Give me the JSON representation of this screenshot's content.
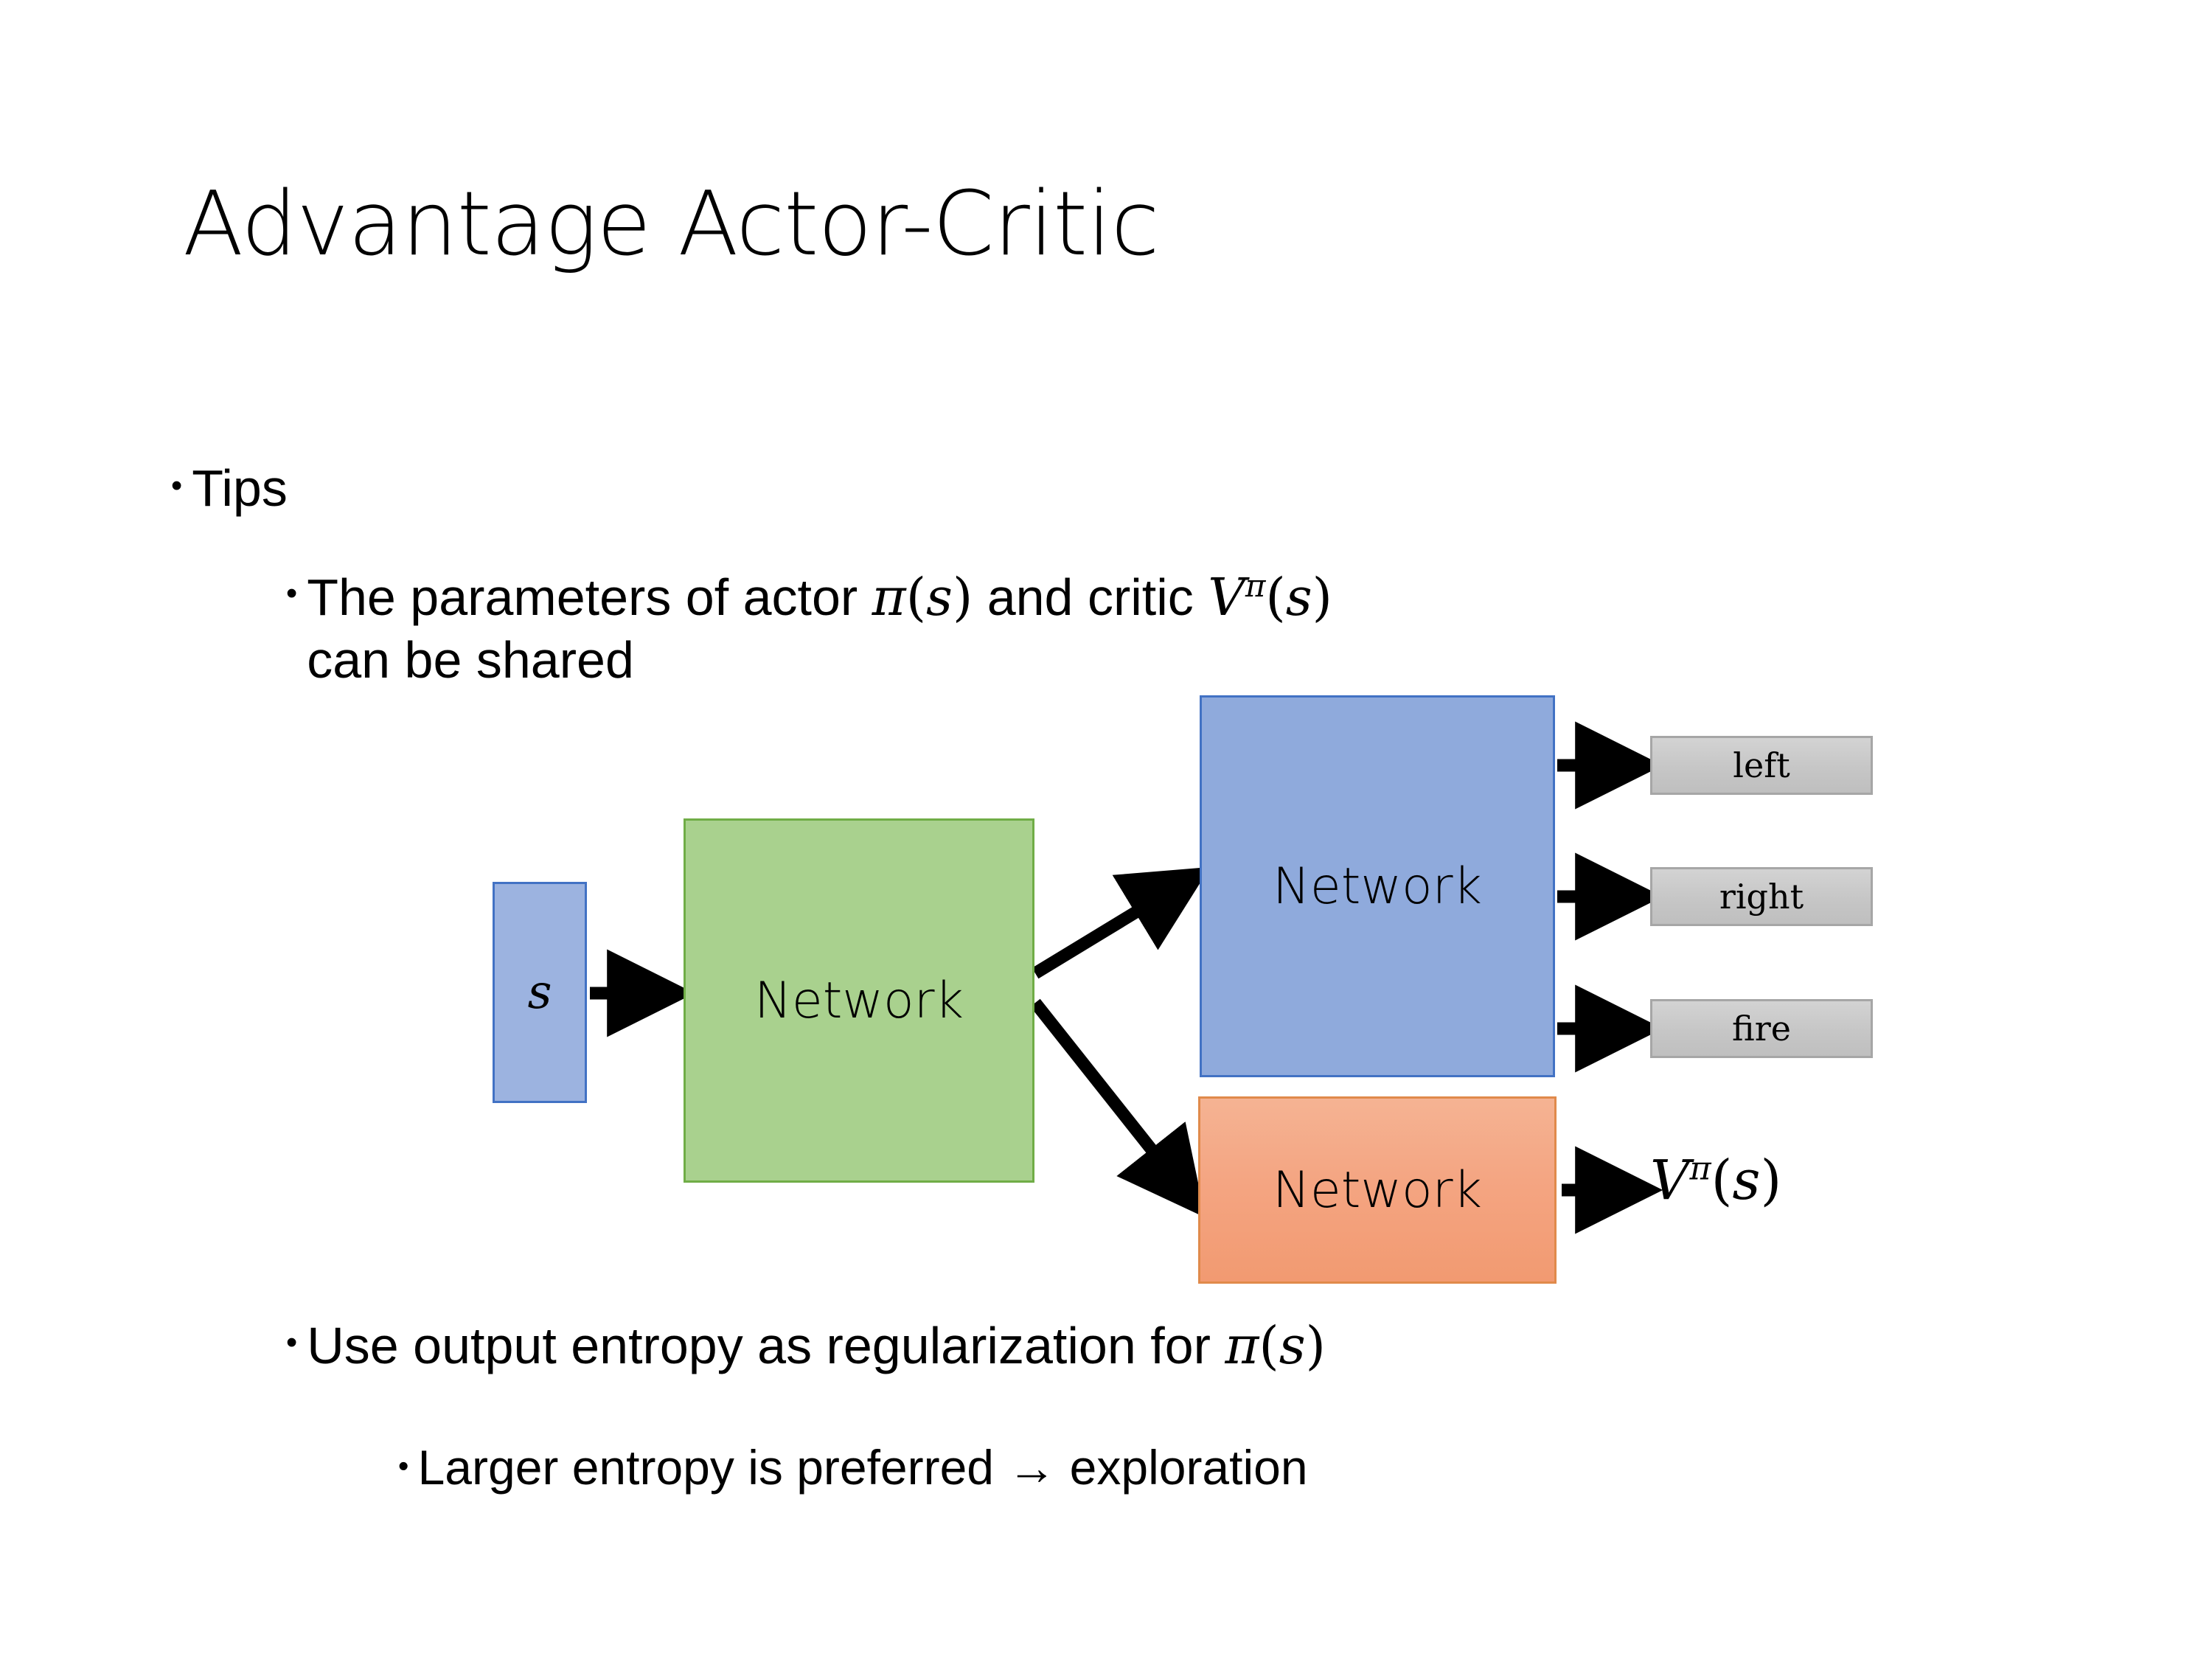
{
  "slide": {
    "title": "Advantage Actor-Critic",
    "background_color": "#FFFFFF",
    "text_color": "#000000"
  },
  "bullets": {
    "tips": {
      "marker": "•",
      "text": "Tips"
    },
    "shared_params": {
      "marker": "•",
      "line1_pre": "The parameters of actor ",
      "math_actor": {
        "symbol": "π",
        "open": "(",
        "arg": "s",
        "close": ")"
      },
      "line1_mid": "  and critic ",
      "math_critic": {
        "symbol": "V",
        "superscript": "π",
        "open": "(",
        "arg": "s",
        "close": ")"
      },
      "line2": "can be shared"
    },
    "entropy": {
      "marker": "•",
      "pre": "Use output entropy as regularization for ",
      "math_actor": {
        "symbol": "π",
        "open": "(",
        "arg": "s",
        "close": ")"
      }
    },
    "exploration": {
      "marker": "•",
      "text": "Larger entropy is preferred → exploration"
    }
  },
  "diagram": {
    "input_node": {
      "label": "s",
      "fill": "#9CB3E0",
      "border": "#4272C4"
    },
    "shared_network": {
      "label": "Network",
      "fill": "#A9D18E",
      "border": "#70AD47"
    },
    "actor_network": {
      "label": "Network",
      "fill": "#8FAADC",
      "border": "#4272C4"
    },
    "critic_network": {
      "label": "Network",
      "fill": "#F4A582",
      "border": "#E08A4B"
    },
    "actions": [
      {
        "label": "left",
        "fill": "#C6C6C6",
        "border": "#A6A6A6"
      },
      {
        "label": "right",
        "fill": "#C6C6C6",
        "border": "#A6A6A6"
      },
      {
        "label": "fire",
        "fill": "#C6C6C6",
        "border": "#A6A6A6"
      }
    ],
    "value_output": {
      "symbol": "V",
      "superscript": "π",
      "open": "(",
      "arg": "s",
      "close": ")"
    },
    "arrow_color": "#000000"
  }
}
